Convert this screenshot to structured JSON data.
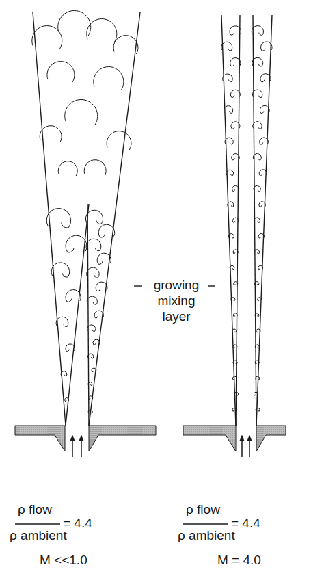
{
  "diagram": {
    "labels": [
      "growing mixing layer",
      "ρ flow",
      "= 4.4",
      "ρ ambient",
      "M <<1.0",
      "ρ flow",
      "= 4.4",
      "ρ ambient",
      "M = 4.0"
    ]
  }
}
